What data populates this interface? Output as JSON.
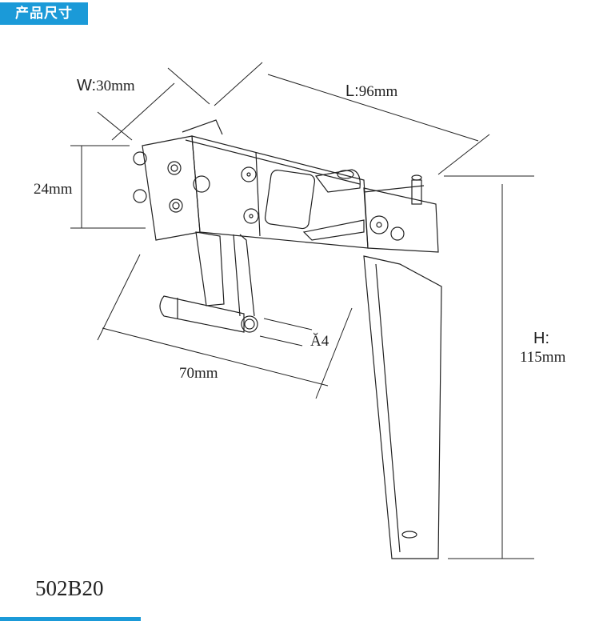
{
  "header": {
    "title": "产品尺寸"
  },
  "dimensions": {
    "width_label": "W:",
    "width_value": "30mm",
    "length_label": "L:",
    "length_value": "96mm",
    "depth_value": "24mm",
    "arm_value": "70mm",
    "diameter_label": "Ă4",
    "height_label": "H:",
    "height_value": "115mm"
  },
  "model": "502B20",
  "colors": {
    "accent": "#1b9ad8",
    "line": "#222222"
  }
}
